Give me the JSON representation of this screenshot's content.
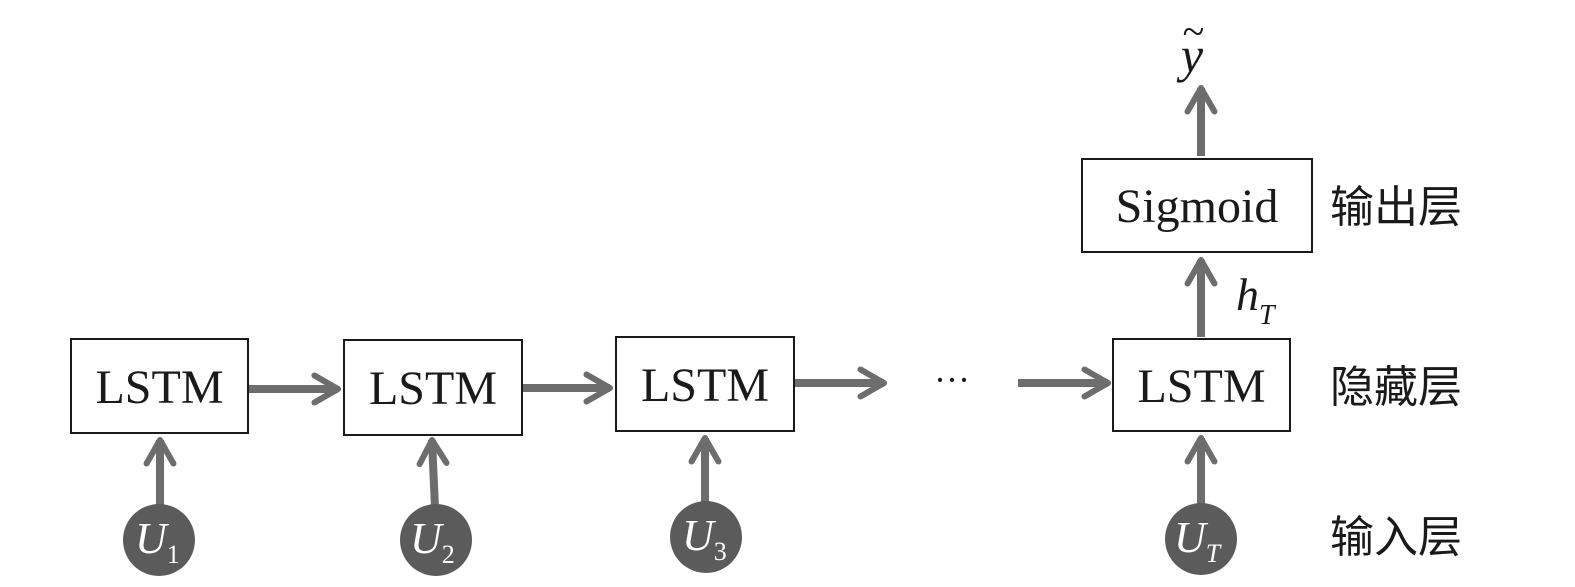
{
  "colors": {
    "arrow": "#6d6d6d",
    "node_fill": "#5b5b5b",
    "box_stroke": "#1a1a1a",
    "text": "#1a1a1a"
  },
  "cells": [
    {
      "label": "LSTM",
      "input_var": "U",
      "input_sub": "1"
    },
    {
      "label": "LSTM",
      "input_var": "U",
      "input_sub": "2"
    },
    {
      "label": "LSTM",
      "input_var": "U",
      "input_sub": "3"
    },
    {
      "label": "LSTM",
      "input_var": "U",
      "input_sub": "T"
    }
  ],
  "ellipsis": "···",
  "output_box": {
    "label": "Sigmoid"
  },
  "hidden_state": {
    "var": "h",
    "sub": "T"
  },
  "output": {
    "var": "y",
    "accent": "~"
  },
  "layers": {
    "output": "输出层",
    "hidden": "隐藏层",
    "input": "输入层"
  }
}
